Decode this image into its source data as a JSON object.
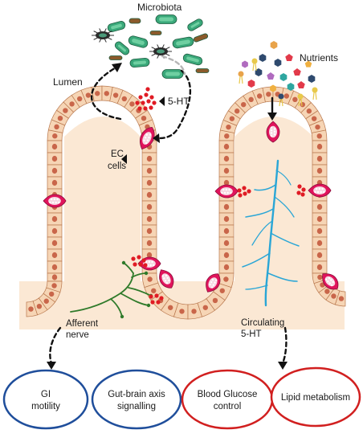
{
  "labels": {
    "microbiota": "Microbiota",
    "lumen": "Lumen",
    "serotonin": "5-HT",
    "nutrients": "Nutrients",
    "ec_cells_line1": "EC",
    "ec_cells_line2": "cells",
    "afferent_line1": "Afferent",
    "afferent_line2": "nerve",
    "circulating_line1": "Circulating",
    "circulating_line2": "5-HT"
  },
  "outcomes": [
    {
      "line1": "GI",
      "line2": "motility",
      "color": "#1f4e9b"
    },
    {
      "line1": "Gut-brain axis",
      "line2": "signalling",
      "color": "#1f4e9b"
    },
    {
      "line1": "Blood Glucose",
      "line2": "control",
      "color": "#d11f1f"
    },
    {
      "line1": "Lipid metabolism",
      "line2": "",
      "color": "#d11f1f"
    }
  ],
  "colors": {
    "epithelium": "#f6d5b5",
    "cell_border": "#b9784e",
    "nucleus": "#c9664a",
    "ec_cell": "#e0145c",
    "tissue": "#fbe8d4",
    "microbe_green": "#3aa87a",
    "microbe_brown": "#8b5a2b",
    "serotonin_dot": "#e01b24",
    "vessel": "#2aa6d6",
    "nerve": "#2f7a2a",
    "blue_outcome": "#1f4e9b",
    "red_outcome": "#d11f1f"
  }
}
